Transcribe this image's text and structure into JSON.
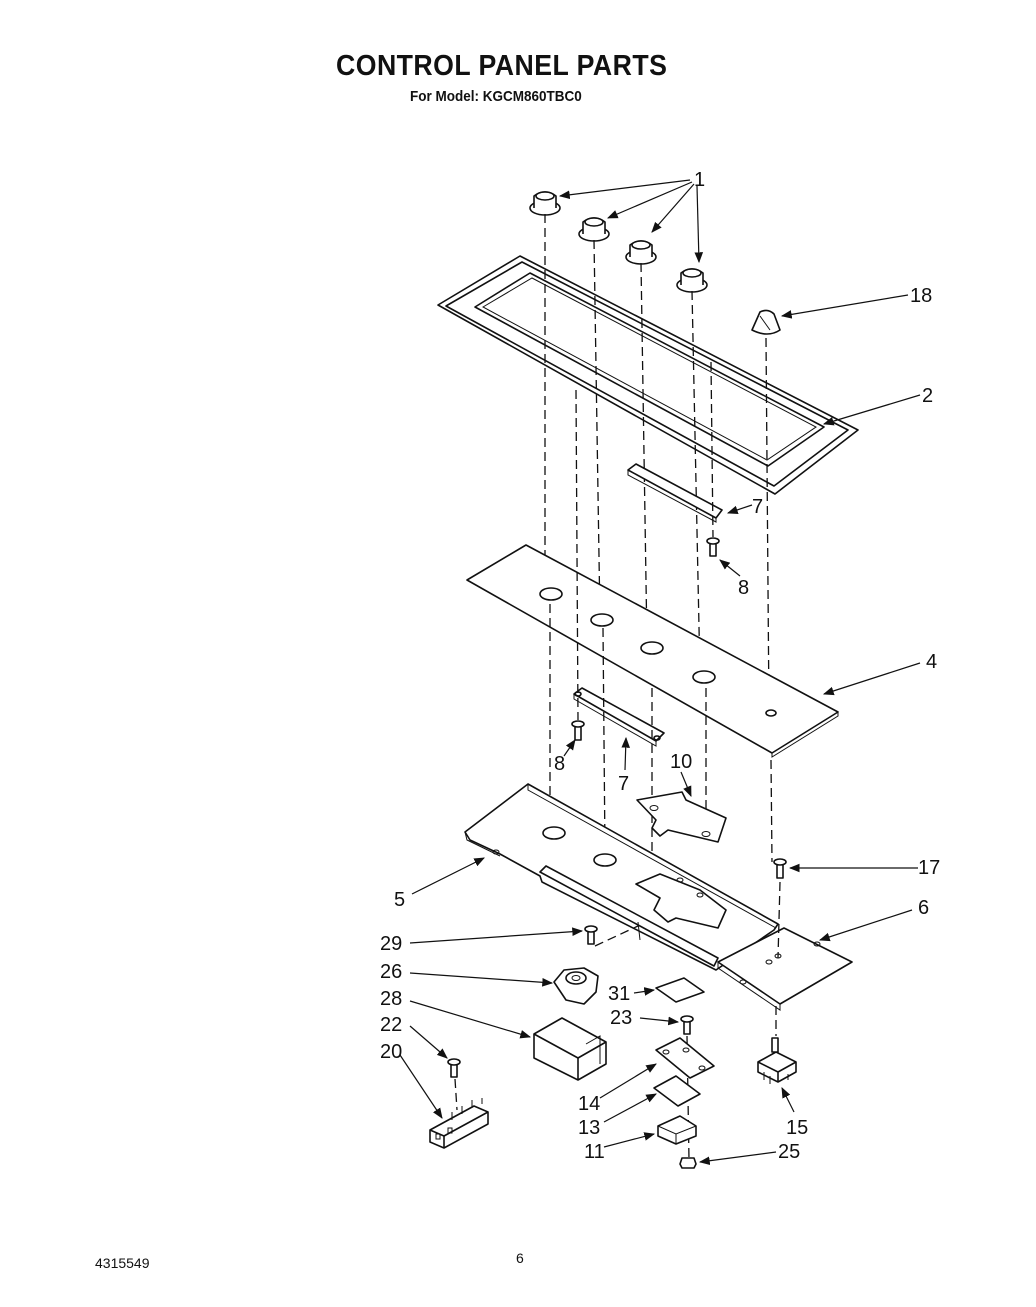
{
  "header": {
    "title": "CONTROL PANEL PARTS",
    "subtitle": "For Model: KGCM860TBC0"
  },
  "footer": {
    "part_number": "4315549",
    "page": "6"
  },
  "callouts": {
    "c1": "1",
    "c2": "2",
    "c4": "4",
    "c5": "5",
    "c6": "6",
    "c7a": "7",
    "c7b": "7",
    "c8a": "8",
    "c8b": "8",
    "c10": "10",
    "c11": "11",
    "c13": "13",
    "c14": "14",
    "c15": "15",
    "c17": "17",
    "c18": "18",
    "c20": "20",
    "c22": "22",
    "c23": "23",
    "c25": "25",
    "c26": "26",
    "c28": "28",
    "c29": "29",
    "c31": "31"
  }
}
